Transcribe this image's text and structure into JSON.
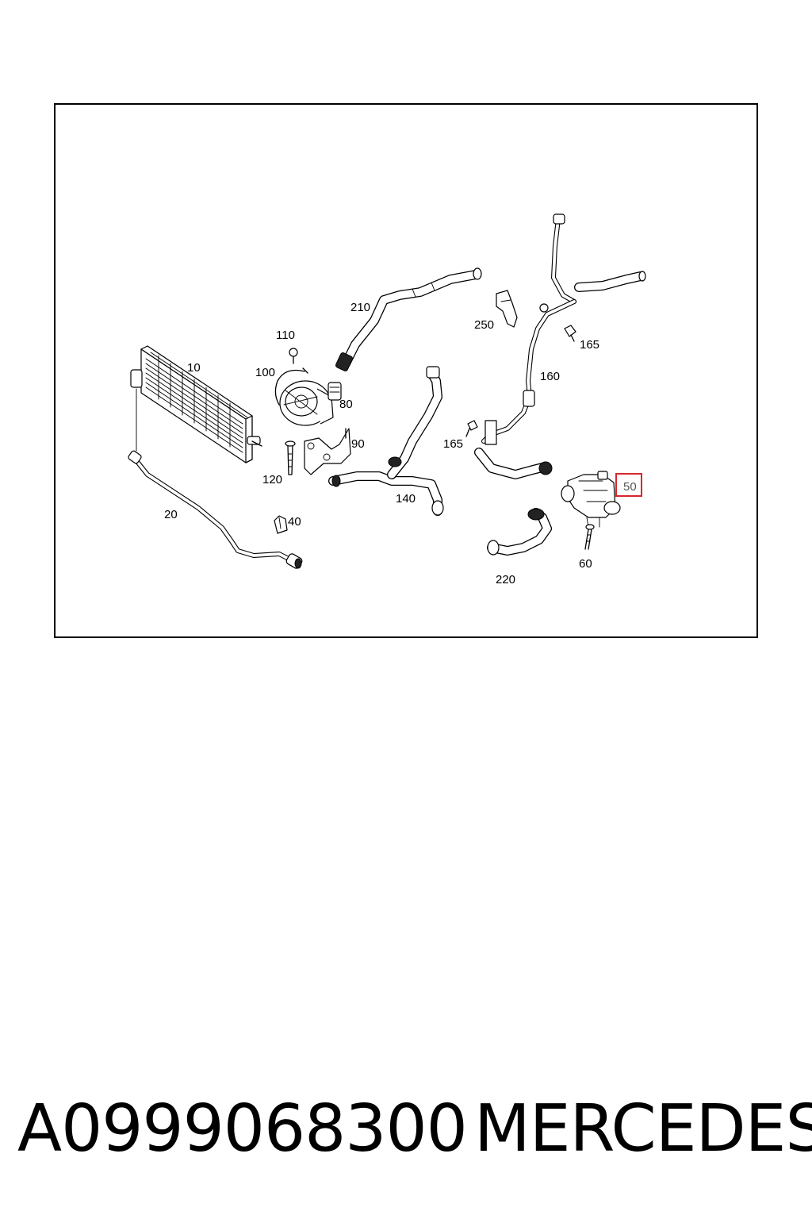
{
  "diagram": {
    "highlight_color": "#d9262c",
    "labels": {
      "l10": "10",
      "l20": "20",
      "l40": "40",
      "l50": "50",
      "l60": "60",
      "l80": "80",
      "l90": "90",
      "l100": "100",
      "l110": "110",
      "l120": "120",
      "l140": "140",
      "l160": "160",
      "l165a": "165",
      "l165b": "165",
      "l210": "210",
      "l220": "220",
      "l250": "250"
    },
    "highlighted_label": "50"
  },
  "footer": {
    "part_number": "A0999068300",
    "brand": "MERCEDES"
  }
}
